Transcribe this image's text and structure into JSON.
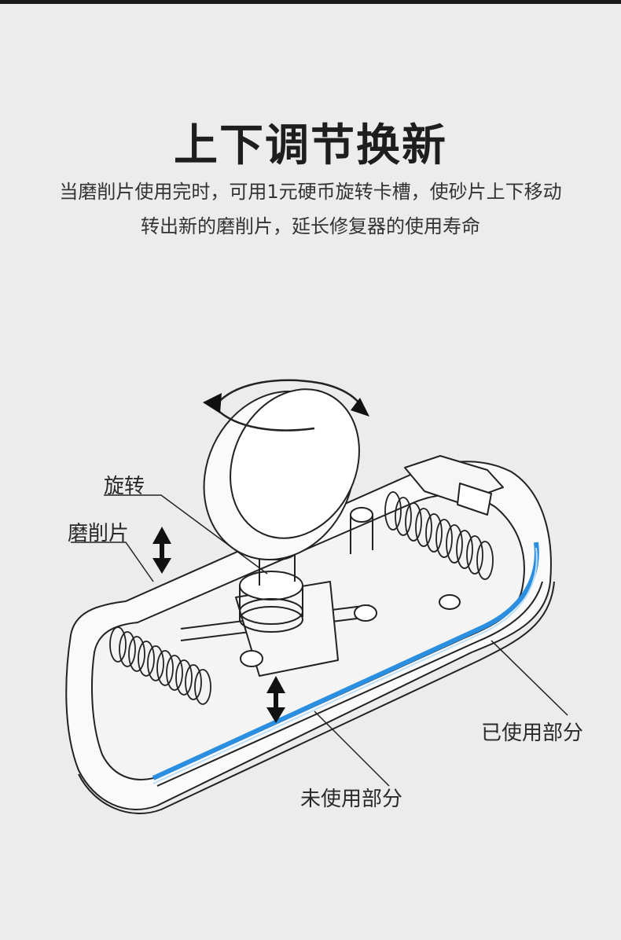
{
  "title": "上下调节换新",
  "description": [
    "当磨削片使用完时，可用1元硬币旋转卡槽，使砂片上下移动",
    "转出新的磨削片，延长修复器的使用寿命"
  ],
  "labels": {
    "rotate": "旋转",
    "grinding_sheet": "磨削片",
    "used_part": "已使用部分",
    "unused_part": "未使用部分"
  },
  "colors": {
    "background": "#ececec",
    "line": "#222222",
    "accent_blue": "#2a8fe0"
  }
}
